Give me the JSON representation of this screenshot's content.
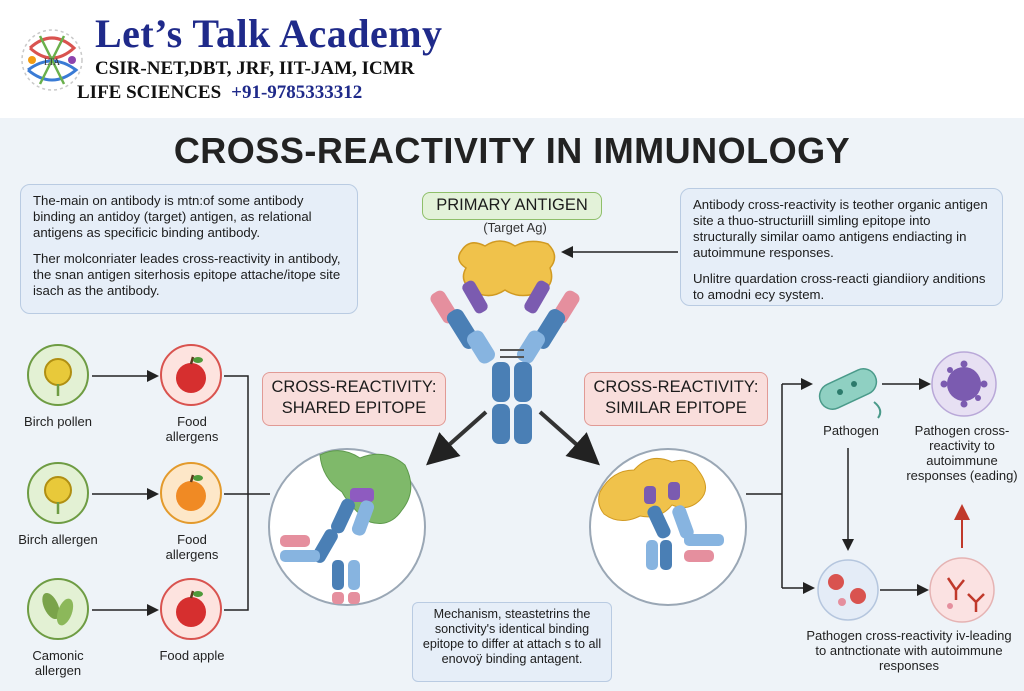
{
  "header": {
    "brand_title": "Let’s Talk Academy",
    "brand_subtitle": "CSIR-NET,DBT, JRF, IIT-JAM, ICMR",
    "brand_field": "LIFE SCIENCES",
    "brand_phone": "+91-9785333312",
    "logo_text": "LTA"
  },
  "title": "CROSS-REACTIVITY IN IMMUNOLOGY",
  "left_info": {
    "p1": "The-main on antibody is mtn:of some antibody binding an antidoy (target) antigen, as relational antigens as specificic binding antibody.",
    "p2": "Ther molconriater leades cross-reactivity in antibody, the snan antigen siterhosis epitope attache/itope site isach as the antibody."
  },
  "right_info": {
    "p1": "Antibody cross-reactivity is teother organic antigen site a thuo-structuriill simling epitope into structurally similar oamo antigens endiacting in autoimmune responses.",
    "p2": "Unlitre quardation cross-reacti giandiiory anditions to amodni ecy system."
  },
  "primary_antigen": {
    "label": "PRIMARY ANTIGEN",
    "note": "(Target Ag)"
  },
  "shared_epitope_label": "CROSS-REACTIVITY: SHARED EPITOPE",
  "similar_epitope_label": "CROSS-REACTIVITY: SIMILAR EPITOPE",
  "left_items": [
    {
      "source": "Birch pollen",
      "target": "Food allergens"
    },
    {
      "source": "Birch allergen",
      "target": "Food allergens"
    },
    {
      "source": "Camonic allergen",
      "target": "Food apple"
    }
  ],
  "mechanism_text": "Mechanism, steastetrins the sonctivity's identical binding epitope to differ at attach s to all enovoÿ binding antagent.",
  "right_flow": {
    "pathogen": "Pathogen",
    "autoimmune_note": "Pathogen cross-reactivity to autoimmune responses (eading)",
    "bottom_note": "Pathogen cross-reactivity iv-leading to antnctionate with autoimmune responses"
  },
  "colors": {
    "title_text": "#222222",
    "brand_blue": "#1f2a8a",
    "panel_bg": "#eef3f8",
    "antibody_blue": "#4a7fb5",
    "antigen_yellow": "#f0c24b",
    "epitope_purple": "#7b5bb0"
  },
  "icons": [
    "dna-logo-icon",
    "pollen-icon",
    "apple-icon",
    "orange-icon",
    "leaf-icon",
    "antibody-icon",
    "antigen-icon",
    "bacterium-icon",
    "virus-icon",
    "arrow-icon"
  ]
}
